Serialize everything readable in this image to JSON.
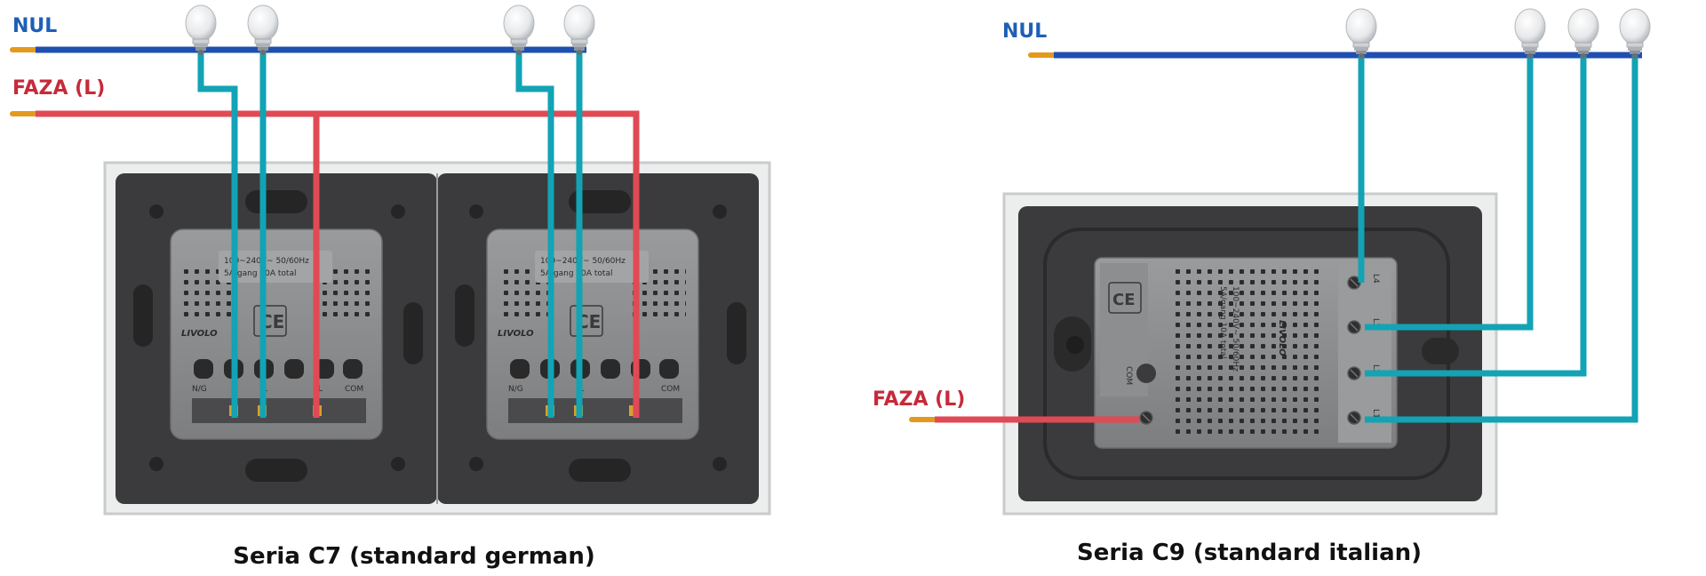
{
  "left": {
    "nul_label": "NUL",
    "faza_label": "FAZA (L)",
    "caption": "Seria C7 (standard german)",
    "module_spec_line1": "100~240V~ 50/60Hz",
    "module_spec_line2": "5A/gang 10A total",
    "brand": "LIVOLO",
    "terminal_labels": [
      "N/G",
      "2",
      "1",
      "L",
      "COM"
    ]
  },
  "right": {
    "nul_label": "NUL",
    "faza_label": "FAZA (L)",
    "caption": "Seria C9 (standard italian)",
    "module_spec_line1": "100~240V~ 50/60Hz",
    "module_spec_line2": "5A/gang 10A total",
    "brand": "LIVOLO",
    "com_label": "COM",
    "terminal_labels": [
      "L4",
      "L3",
      "L2",
      "L1"
    ]
  },
  "colors": {
    "neutral_wire": "#1f4fb0",
    "phase_wire": "#e04a55",
    "load_wire": "#12a3b5",
    "nul_text": "#1f5fb5",
    "faza_text": "#c62a3a",
    "plate": "#3a3a3c",
    "module": "#8a8b8c"
  },
  "icons": [
    "light-bulb-icon",
    "ce-mark-icon",
    "screw-terminal-icon"
  ]
}
